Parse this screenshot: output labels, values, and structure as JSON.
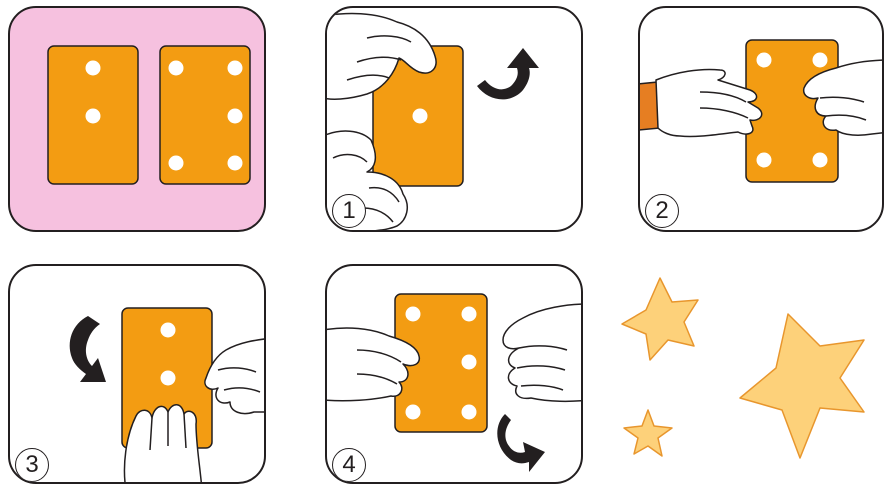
{
  "colors": {
    "card": "#f39c12",
    "card_stroke": "#231f20",
    "dot": "#ffffff",
    "reference_panel_bg": "#f6c1df",
    "panel_stroke": "#231f20",
    "glove_fill": "#ffffff",
    "sleeve": "#e67e22",
    "arrow": "#231f20",
    "star_fill": "#fdd17a",
    "star_stroke": "#e8962d"
  },
  "reference": {
    "cards": [
      {
        "name": "card-two-dots",
        "dots": 2
      },
      {
        "name": "card-six-dots",
        "dots": 6
      }
    ]
  },
  "steps": [
    {
      "number": "1",
      "card_dots": 1,
      "rotation_arrow": "clockwise-arrow-icon"
    },
    {
      "number": "2",
      "card_dots": 4,
      "rotation_arrow": ""
    },
    {
      "number": "3",
      "card_dots": 2,
      "rotation_arrow": "counterclockwise-arrow-icon"
    },
    {
      "number": "4",
      "card_dots": 6,
      "rotation_arrow": "clockwise-arrow-icon"
    }
  ],
  "decoration": {
    "stars": 3,
    "icon": "star-icon"
  }
}
